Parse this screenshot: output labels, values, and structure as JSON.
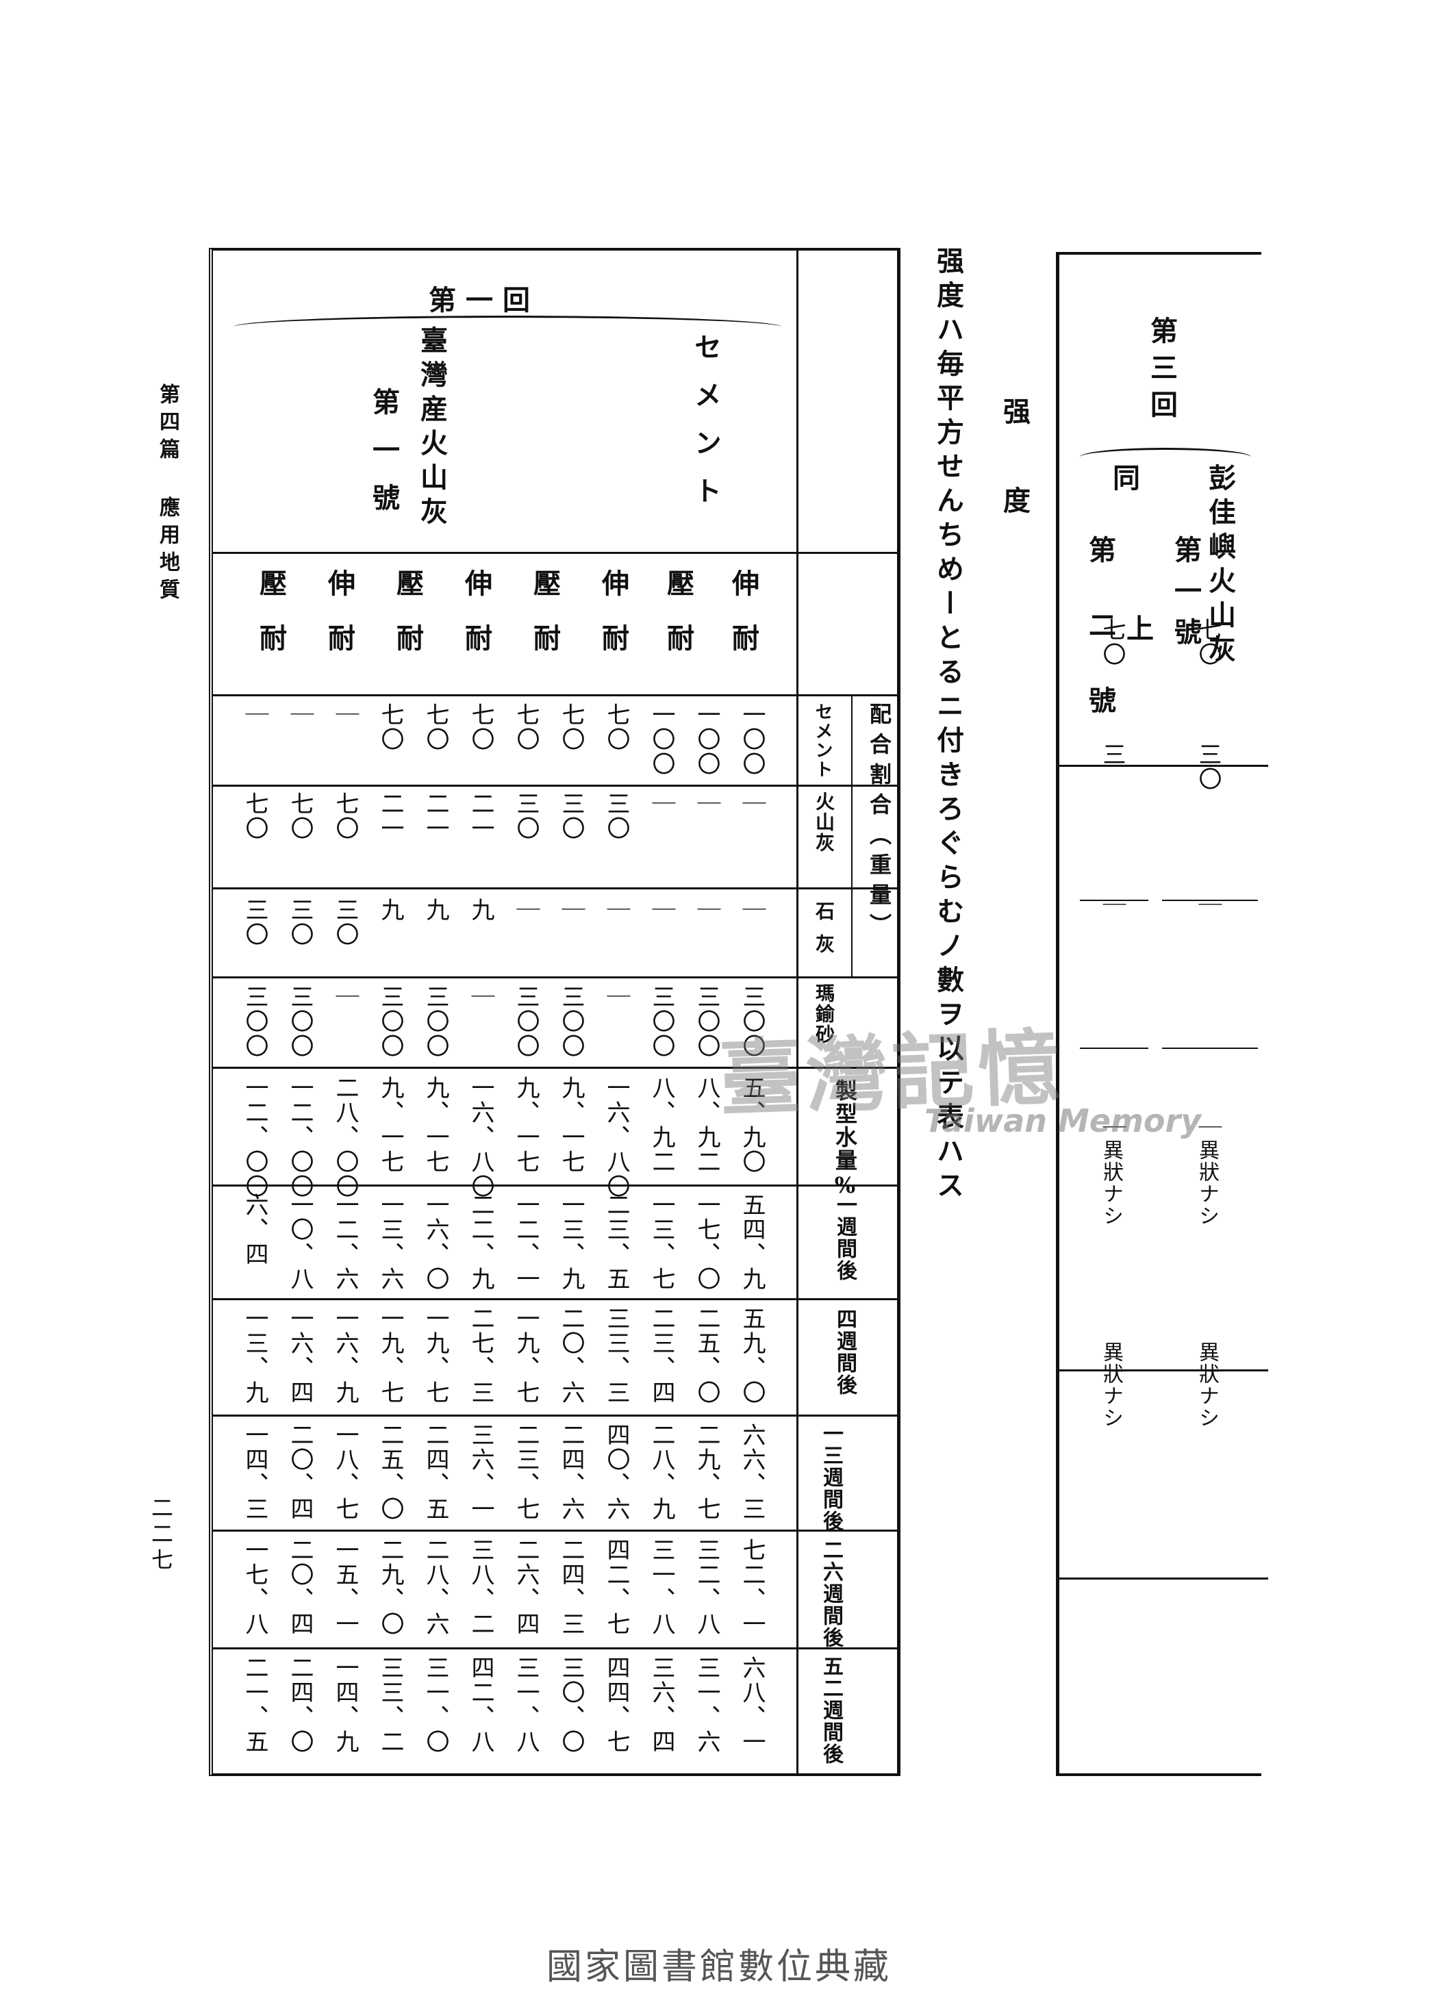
{
  "running_head": "第四篇 應用地質",
  "page_number": "二二七",
  "section_title": "强度",
  "caption": "强度ハ毎平方せんちめーとるニ付きろぐらむノ數ヲ以テ表ハス",
  "main": {
    "round_label": "第一回",
    "group_cement": "セメント",
    "group_ash": "臺灣産火山灰",
    "group_ash_no": "第一號",
    "test_labels": [
      "伸耐",
      "壓耐",
      "伸耐",
      "壓耐",
      "伸耐",
      "壓耐",
      "伸耐",
      "壓耐"
    ],
    "ratio_header": "配合割合（重量）",
    "row_labels": [
      "セメント",
      "火山灰",
      "石灰",
      "瑪鍮砂",
      "製型水量%",
      "一週間後",
      "四週間後",
      "一三週間後",
      "二六週間後",
      "五二週間後"
    ],
    "columns": [
      [
        "一〇〇",
        "｜",
        "｜",
        "三〇〇",
        "五、九〇",
        "五四、九",
        "五九、〇",
        "六六、三",
        "七二、一",
        "六八、一"
      ],
      [
        "一〇〇",
        "｜",
        "｜",
        "三〇〇",
        "八、九二",
        "一七、〇",
        "二五、〇",
        "二九、七",
        "三二、八",
        "三一、六"
      ],
      [
        "一〇〇",
        "｜",
        "｜",
        "三〇〇",
        "八、九二",
        "一三、七",
        "二三、四",
        "二八、九",
        "三一、八",
        "三六、四"
      ],
      [
        "七〇",
        "三〇",
        "｜",
        "｜",
        "一六、八〇",
        "二三、五",
        "三三、三",
        "四〇、六",
        "四二、七",
        "四四、七"
      ],
      [
        "七〇",
        "三〇",
        "｜",
        "三〇〇",
        "九、一七",
        "一三、九",
        "二〇、六",
        "二四、六",
        "二四、三",
        "三〇、〇"
      ],
      [
        "七〇",
        "三〇",
        "｜",
        "三〇〇",
        "九、一七",
        "一二、一",
        "一九、七",
        "二三、七",
        "二六、四",
        "三一、八"
      ],
      [
        "七〇",
        "二一",
        "九",
        "｜",
        "一六、八〇",
        "二二、九",
        "二七、三",
        "三六、一",
        "三八、二",
        "四二、八"
      ],
      [
        "七〇",
        "二一",
        "九",
        "三〇〇",
        "九、一七",
        "一六、〇",
        "一九、七",
        "二四、五",
        "二八、六",
        "三一、〇"
      ],
      [
        "七〇",
        "二一",
        "九",
        "三〇〇",
        "九、一七",
        "一三、六",
        "一九、七",
        "二五、〇",
        "二九、〇",
        "三三、二"
      ],
      [
        "｜",
        "七〇",
        "三〇",
        "｜",
        "二八、〇〇",
        "一二、六",
        "一六、九",
        "一八、七",
        "一五、一",
        "一四、九"
      ],
      [
        "｜",
        "七〇",
        "三〇",
        "三〇〇",
        "一二、〇〇",
        "一〇、八",
        "一六、四",
        "二〇、四",
        "二〇、四",
        "二四、〇"
      ],
      [
        "｜",
        "七〇",
        "三〇",
        "三〇〇",
        "一二、〇〇",
        "六、四",
        "一三、九",
        "一四、三",
        "一七、八",
        "二一、五"
      ]
    ]
  },
  "right": {
    "round_label": "第三回",
    "col_a_title": "彭佳嶼火山灰",
    "col_a_no": "第一號",
    "col_b_title": "同",
    "col_b_no": "第二號",
    "col_b_sub": "上",
    "col_a_values": [
      "七〇",
      "三〇",
      "｜",
      "｜",
      "異狀ナシ",
      "異狀ナシ"
    ],
    "col_b_values": [
      "七〇",
      "三",
      "｜",
      "｜",
      "異狀ナシ",
      "異狀ナシ"
    ]
  },
  "watermark": "臺灣記憶",
  "watermark_en": "Taiwan Memory",
  "footer": "國家圖書館數位典藏"
}
